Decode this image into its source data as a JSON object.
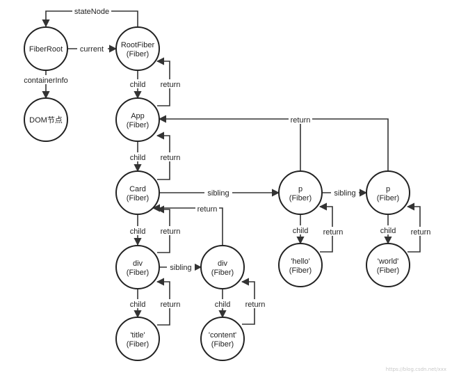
{
  "nodes": {
    "fiber_root": {
      "lines": [
        "FiberRoot"
      ]
    },
    "root_fiber": {
      "lines": [
        "RootFiber",
        "(Fiber)"
      ]
    },
    "dom": {
      "lines": [
        "DOM节点"
      ]
    },
    "app": {
      "lines": [
        "App",
        "(Fiber)"
      ]
    },
    "card": {
      "lines": [
        "Card",
        "(Fiber)"
      ]
    },
    "p1": {
      "lines": [
        "p",
        "(Fiber)"
      ]
    },
    "p2": {
      "lines": [
        "p",
        "(Fiber)"
      ]
    },
    "div1": {
      "lines": [
        "div",
        "(Fiber)"
      ]
    },
    "div2": {
      "lines": [
        "div",
        "(Fiber)"
      ]
    },
    "hello": {
      "lines": [
        "'hello'",
        "(Fiber)"
      ]
    },
    "world": {
      "lines": [
        "'world'",
        "(Fiber)"
      ]
    },
    "title": {
      "lines": [
        "'title'",
        "(Fiber)"
      ]
    },
    "content": {
      "lines": [
        "'content'",
        "(Fiber)"
      ]
    }
  },
  "edge_labels": {
    "state_node": "stateNode",
    "current": "current",
    "container_info": "containerInfo",
    "child": "child",
    "return": "return",
    "sibling": "sibling"
  },
  "watermark": "https://blog.csdn.net/xxx"
}
